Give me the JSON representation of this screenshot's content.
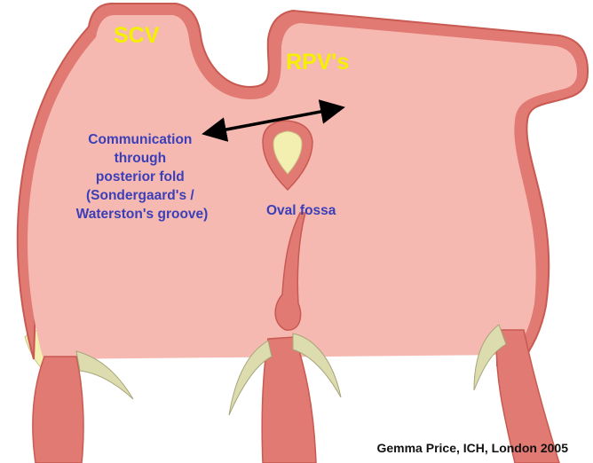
{
  "labels": {
    "scv": "SCV",
    "rpvs": "RPV's",
    "communication_lines": [
      "Communication",
      "through",
      "posterior fold",
      "(Sondergaard's /",
      "Waterston's groove)"
    ],
    "oval_fossa": "Oval fossa"
  },
  "credit": "Gemma Price, ICH, London 2005",
  "colors": {
    "wall": "#e07a72",
    "wall_stroke": "#c85a52",
    "chamber": "#f6b9b2",
    "fat": "#f3efb0",
    "valve_leaflet": "#dcdcae",
    "text_blue": "#3a3fb8",
    "text_yellow": "#f4f000"
  }
}
